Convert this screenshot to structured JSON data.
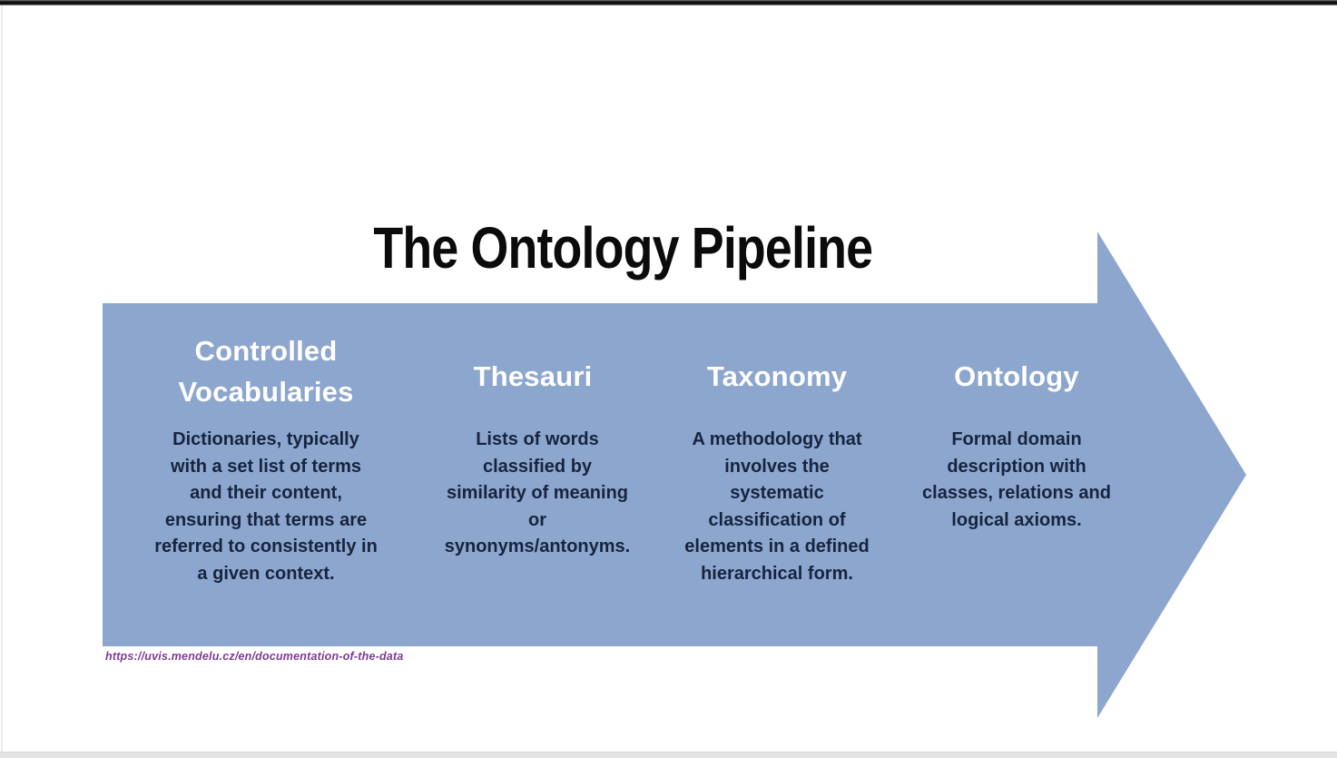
{
  "slide": {
    "title": "The Ontology Pipeline",
    "source_url": "https://uvis.mendelu.cz/en/documentation-of-the-data",
    "stages": [
      {
        "title": "Controlled Vocabularies",
        "description": "Dictionaries, typically\nwith a set list of terms\nand their content,\nensuring that terms are\nreferred to consistently in\na given context."
      },
      {
        "title": "Thesauri",
        "description": "Lists of words\nclassified by\nsimilarity of meaning\nor\nsynonyms/antonyms."
      },
      {
        "title": "Taxonomy",
        "description": "A methodology that\ninvolves the\nsystematic\nclassification of\nelements in a defined\nhierarchical form."
      },
      {
        "title": "Ontology",
        "description": "Formal domain\ndescription with\nclasses, relations and\nlogical axioms."
      }
    ]
  },
  "colors": {
    "arrow_blue": "#8da6ce",
    "text_navy": "#16243f",
    "link_purple": "#7e3a94",
    "title_black": "#0b0b0b"
  }
}
